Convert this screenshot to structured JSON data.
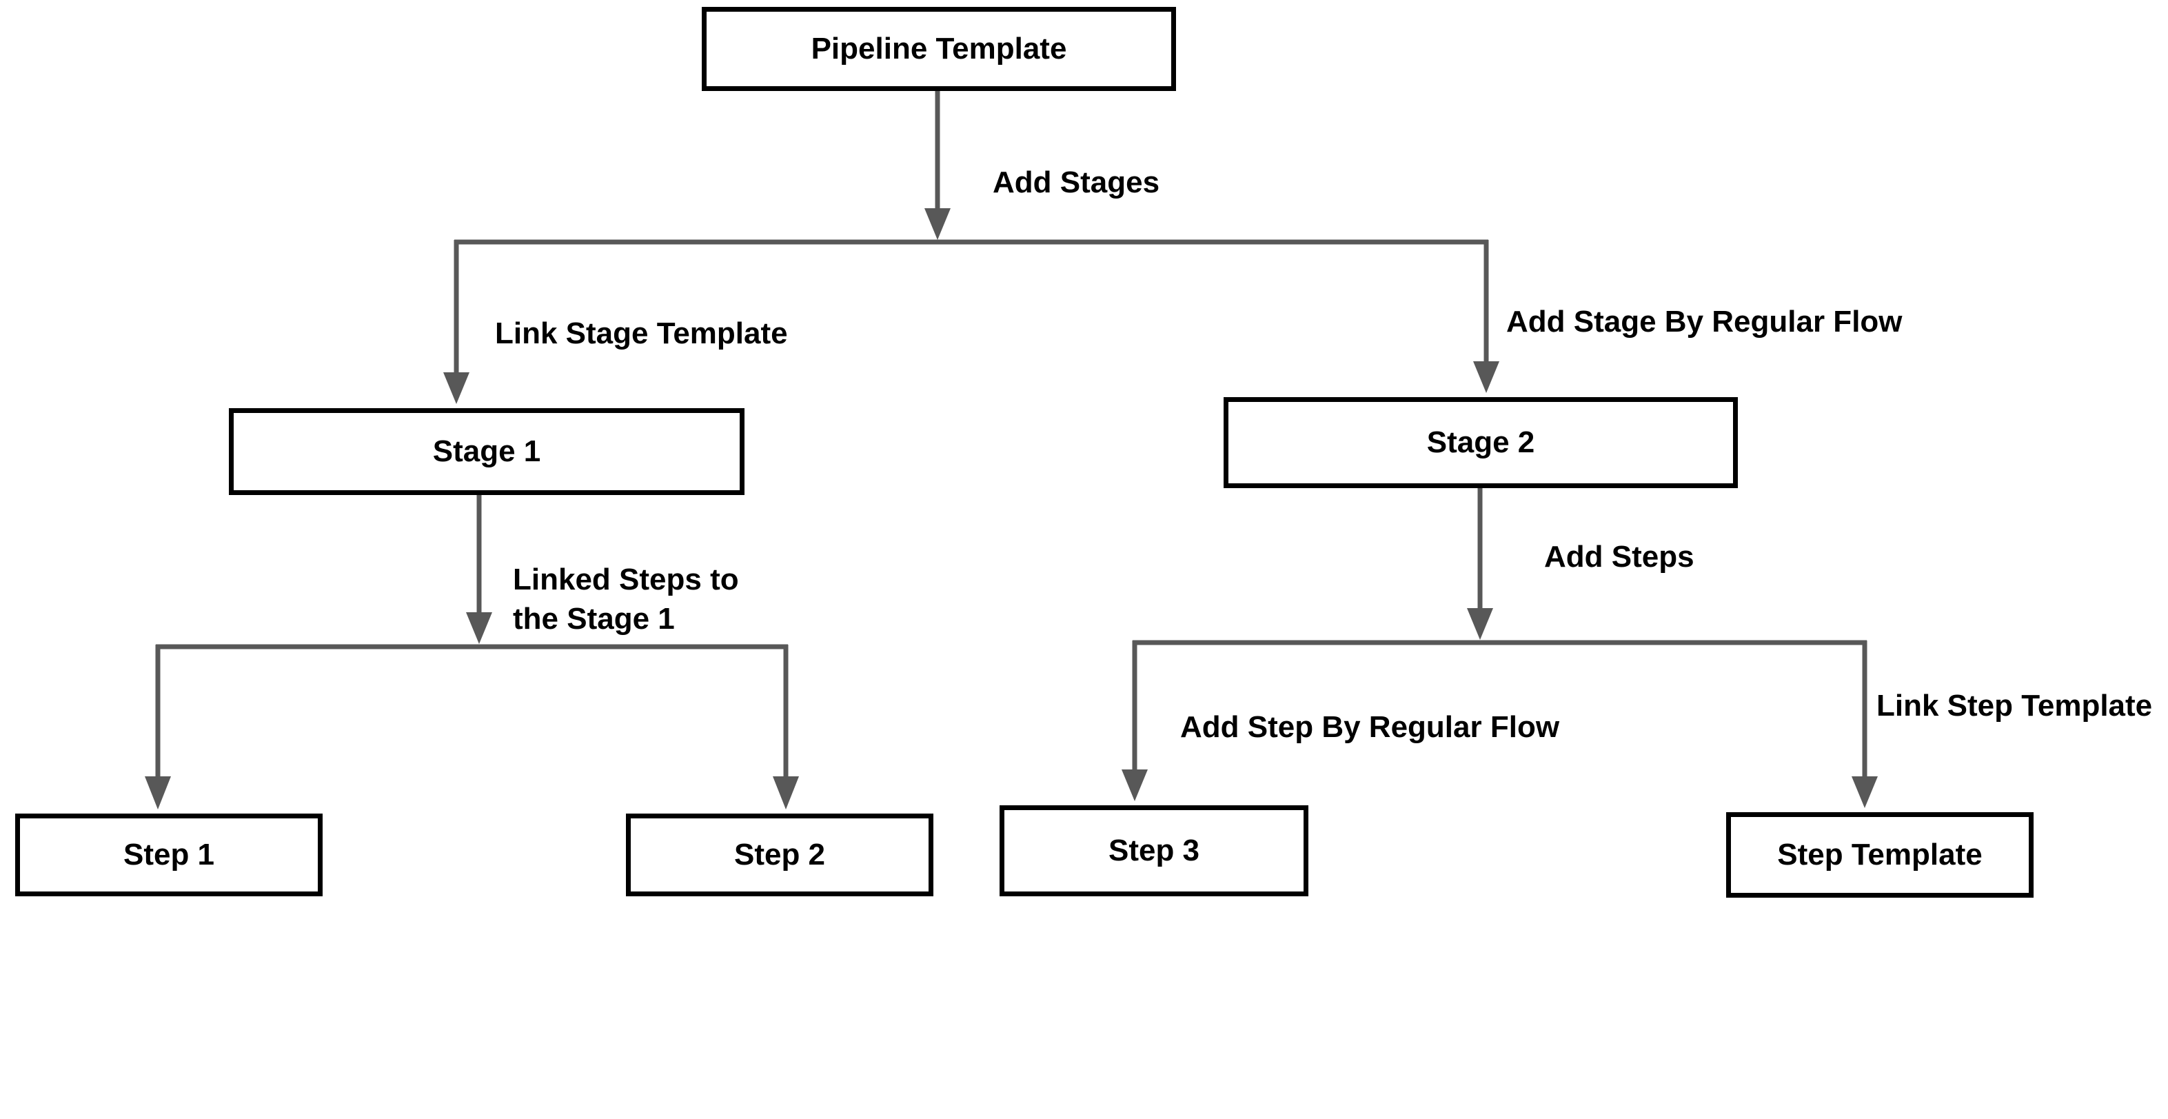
{
  "diagram": {
    "colors": {
      "background": "#ffffff",
      "node_fill": "#ffffff",
      "node_border": "#000000",
      "node_text": "#000000",
      "connector": "#585858",
      "label_text": "#000000"
    },
    "nodes": {
      "pipeline_template": {
        "label": "Pipeline Template"
      },
      "stage_1": {
        "label": "Stage 1"
      },
      "stage_2": {
        "label": "Stage 2"
      },
      "step_1": {
        "label": "Step 1"
      },
      "step_2": {
        "label": "Step 2"
      },
      "step_3": {
        "label": "Step 3"
      },
      "step_template": {
        "label": "Step Template"
      }
    },
    "edges": {
      "add_stages": {
        "label": "Add Stages",
        "from": "pipeline_template",
        "to": [
          "stage_1",
          "stage_2"
        ]
      },
      "link_stage_template": {
        "label": "Link Stage Template",
        "from": "pipeline_template",
        "to": [
          "stage_1"
        ]
      },
      "add_stage_by_regular_flow": {
        "label": "Add Stage By Regular Flow",
        "from": "pipeline_template",
        "to": [
          "stage_2"
        ]
      },
      "linked_steps_to_the_stage_1": {
        "label": "Linked Steps to\nthe Stage 1",
        "from": "stage_1",
        "to": [
          "step_1",
          "step_2"
        ]
      },
      "add_steps": {
        "label": "Add Steps",
        "from": "stage_2",
        "to": [
          "step_3",
          "step_template"
        ]
      },
      "add_step_by_regular_flow": {
        "label": "Add Step By Regular Flow",
        "from": "stage_2",
        "to": [
          "step_3"
        ]
      },
      "link_step_template": {
        "label": "Link Step Template",
        "from": "stage_2",
        "to": [
          "step_template"
        ]
      }
    }
  }
}
